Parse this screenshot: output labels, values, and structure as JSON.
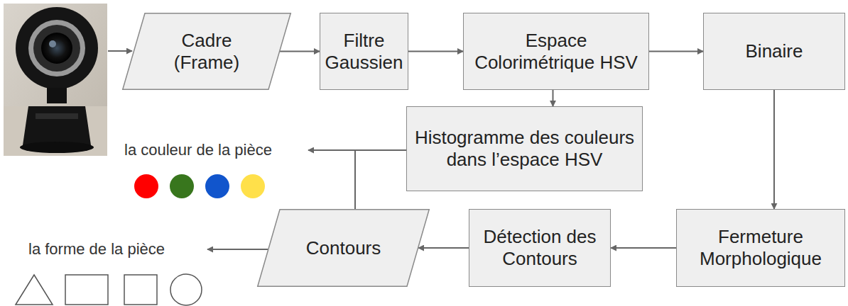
{
  "diagram": {
    "nodes": [
      {
        "text": [
          "Cadre (Frame)"
        ]
      },
      {
        "text": [
          "Filtre Gaussien"
        ]
      },
      {
        "text": [
          "Espace Colorimétrique HSV"
        ]
      },
      {
        "text": [
          "Binaire"
        ]
      },
      {
        "text": [
          "Histogramme des couleurs dans l’espace HSV"
        ]
      },
      {
        "text": [
          "Contours"
        ]
      },
      {
        "text": [
          "Détection des Contours"
        ]
      },
      {
        "text": [
          "Fermeture Morphologique"
        ]
      }
    ],
    "edges": [
      {
        "from": 0,
        "to": 1,
        "arrow": "to"
      },
      {
        "from": 1,
        "to": 2,
        "arrow": "to"
      },
      {
        "from": 2,
        "to": 3,
        "arrow": "to"
      },
      {
        "from": 2,
        "to": 4,
        "arrow": "to"
      },
      {
        "from": 3,
        "to": 7,
        "arrow": "to"
      },
      {
        "from": 7,
        "to": 6,
        "arrow": "to"
      },
      {
        "from": 6,
        "to": 5,
        "arrow": "to"
      }
    ],
    "labels": [
      "la couleur de la pièce",
      "la forme de la pièce"
    ]
  }
}
